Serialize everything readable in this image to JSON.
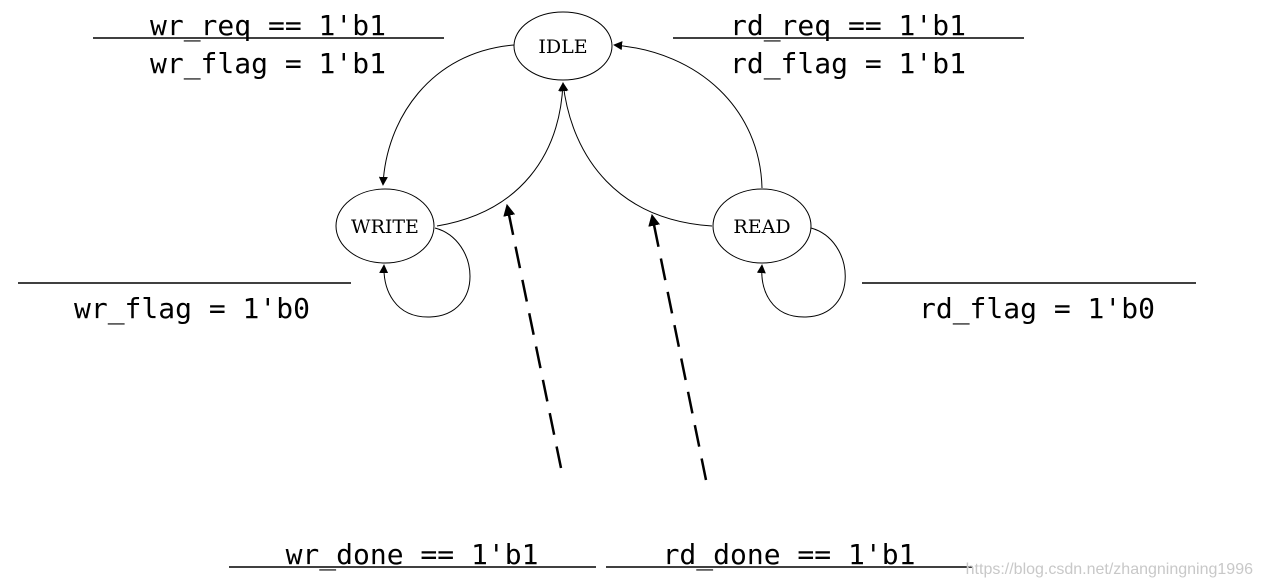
{
  "states": {
    "idle": "IDLE",
    "write": "WRITE",
    "read": "READ"
  },
  "conditions": {
    "idle_to_write": "wr_req == 1'b1",
    "write_action": "wr_flag = 1'b1",
    "idle_to_read": "rd_req == 1'b1",
    "read_action": "rd_flag = 1'b1",
    "write_hold_action": "wr_flag = 1'b0",
    "read_hold_action": "rd_flag = 1'b0",
    "write_to_idle": "wr_done == 1'b1",
    "read_to_idle": "rd_done == 1'b1"
  },
  "watermark": "https://blog.csdn.net/zhangningning1996"
}
